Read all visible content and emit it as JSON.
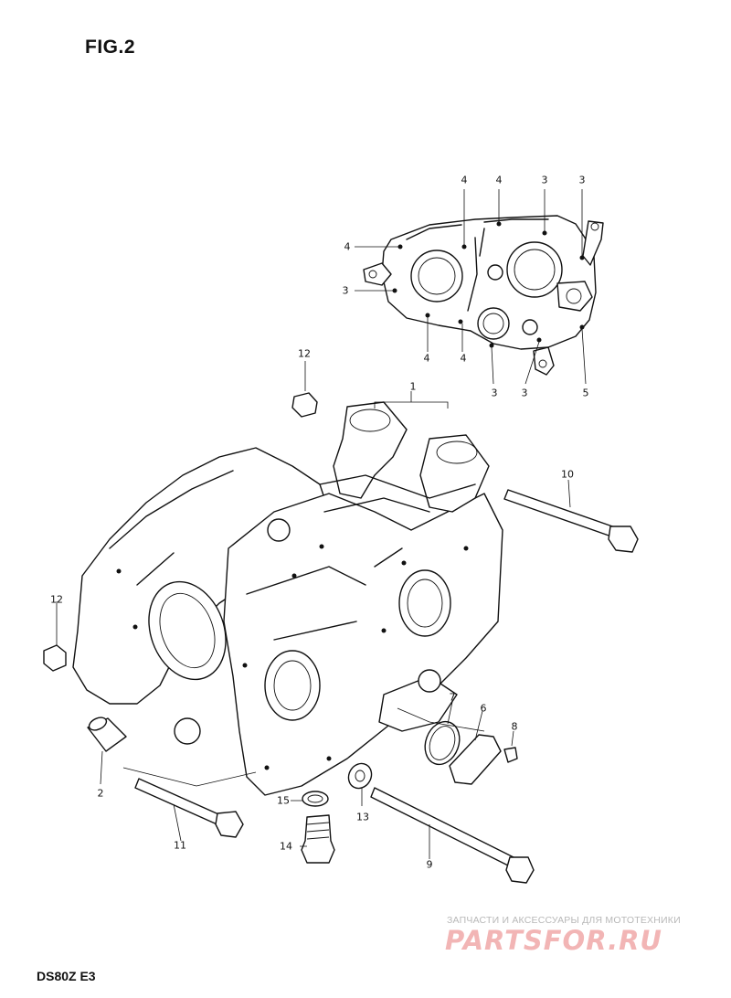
{
  "figure": {
    "title": "FIG.2",
    "model": "DS80Z E3"
  },
  "watermark": {
    "tagline": "ЗАПЧАСТИ И АКСЕССУАРЫ ДЛЯ МОТОТЕХНИКИ",
    "logo": "PARTSFOR.RU"
  },
  "callouts": {
    "c1": "1",
    "c2": "2",
    "c6": "6",
    "c7": "7",
    "c8": "8",
    "c9": "9",
    "c10": "10",
    "c11": "11",
    "c12a": "12",
    "c12b": "12",
    "c13": "13",
    "c14": "14",
    "c15": "15",
    "i4a": "4",
    "i4b": "4",
    "i3a": "3",
    "i3b": "3",
    "i4c": "4",
    "i3c": "3",
    "i4d": "4",
    "i4e": "4",
    "i3d": "3",
    "i3e": "3",
    "i5": "5"
  }
}
